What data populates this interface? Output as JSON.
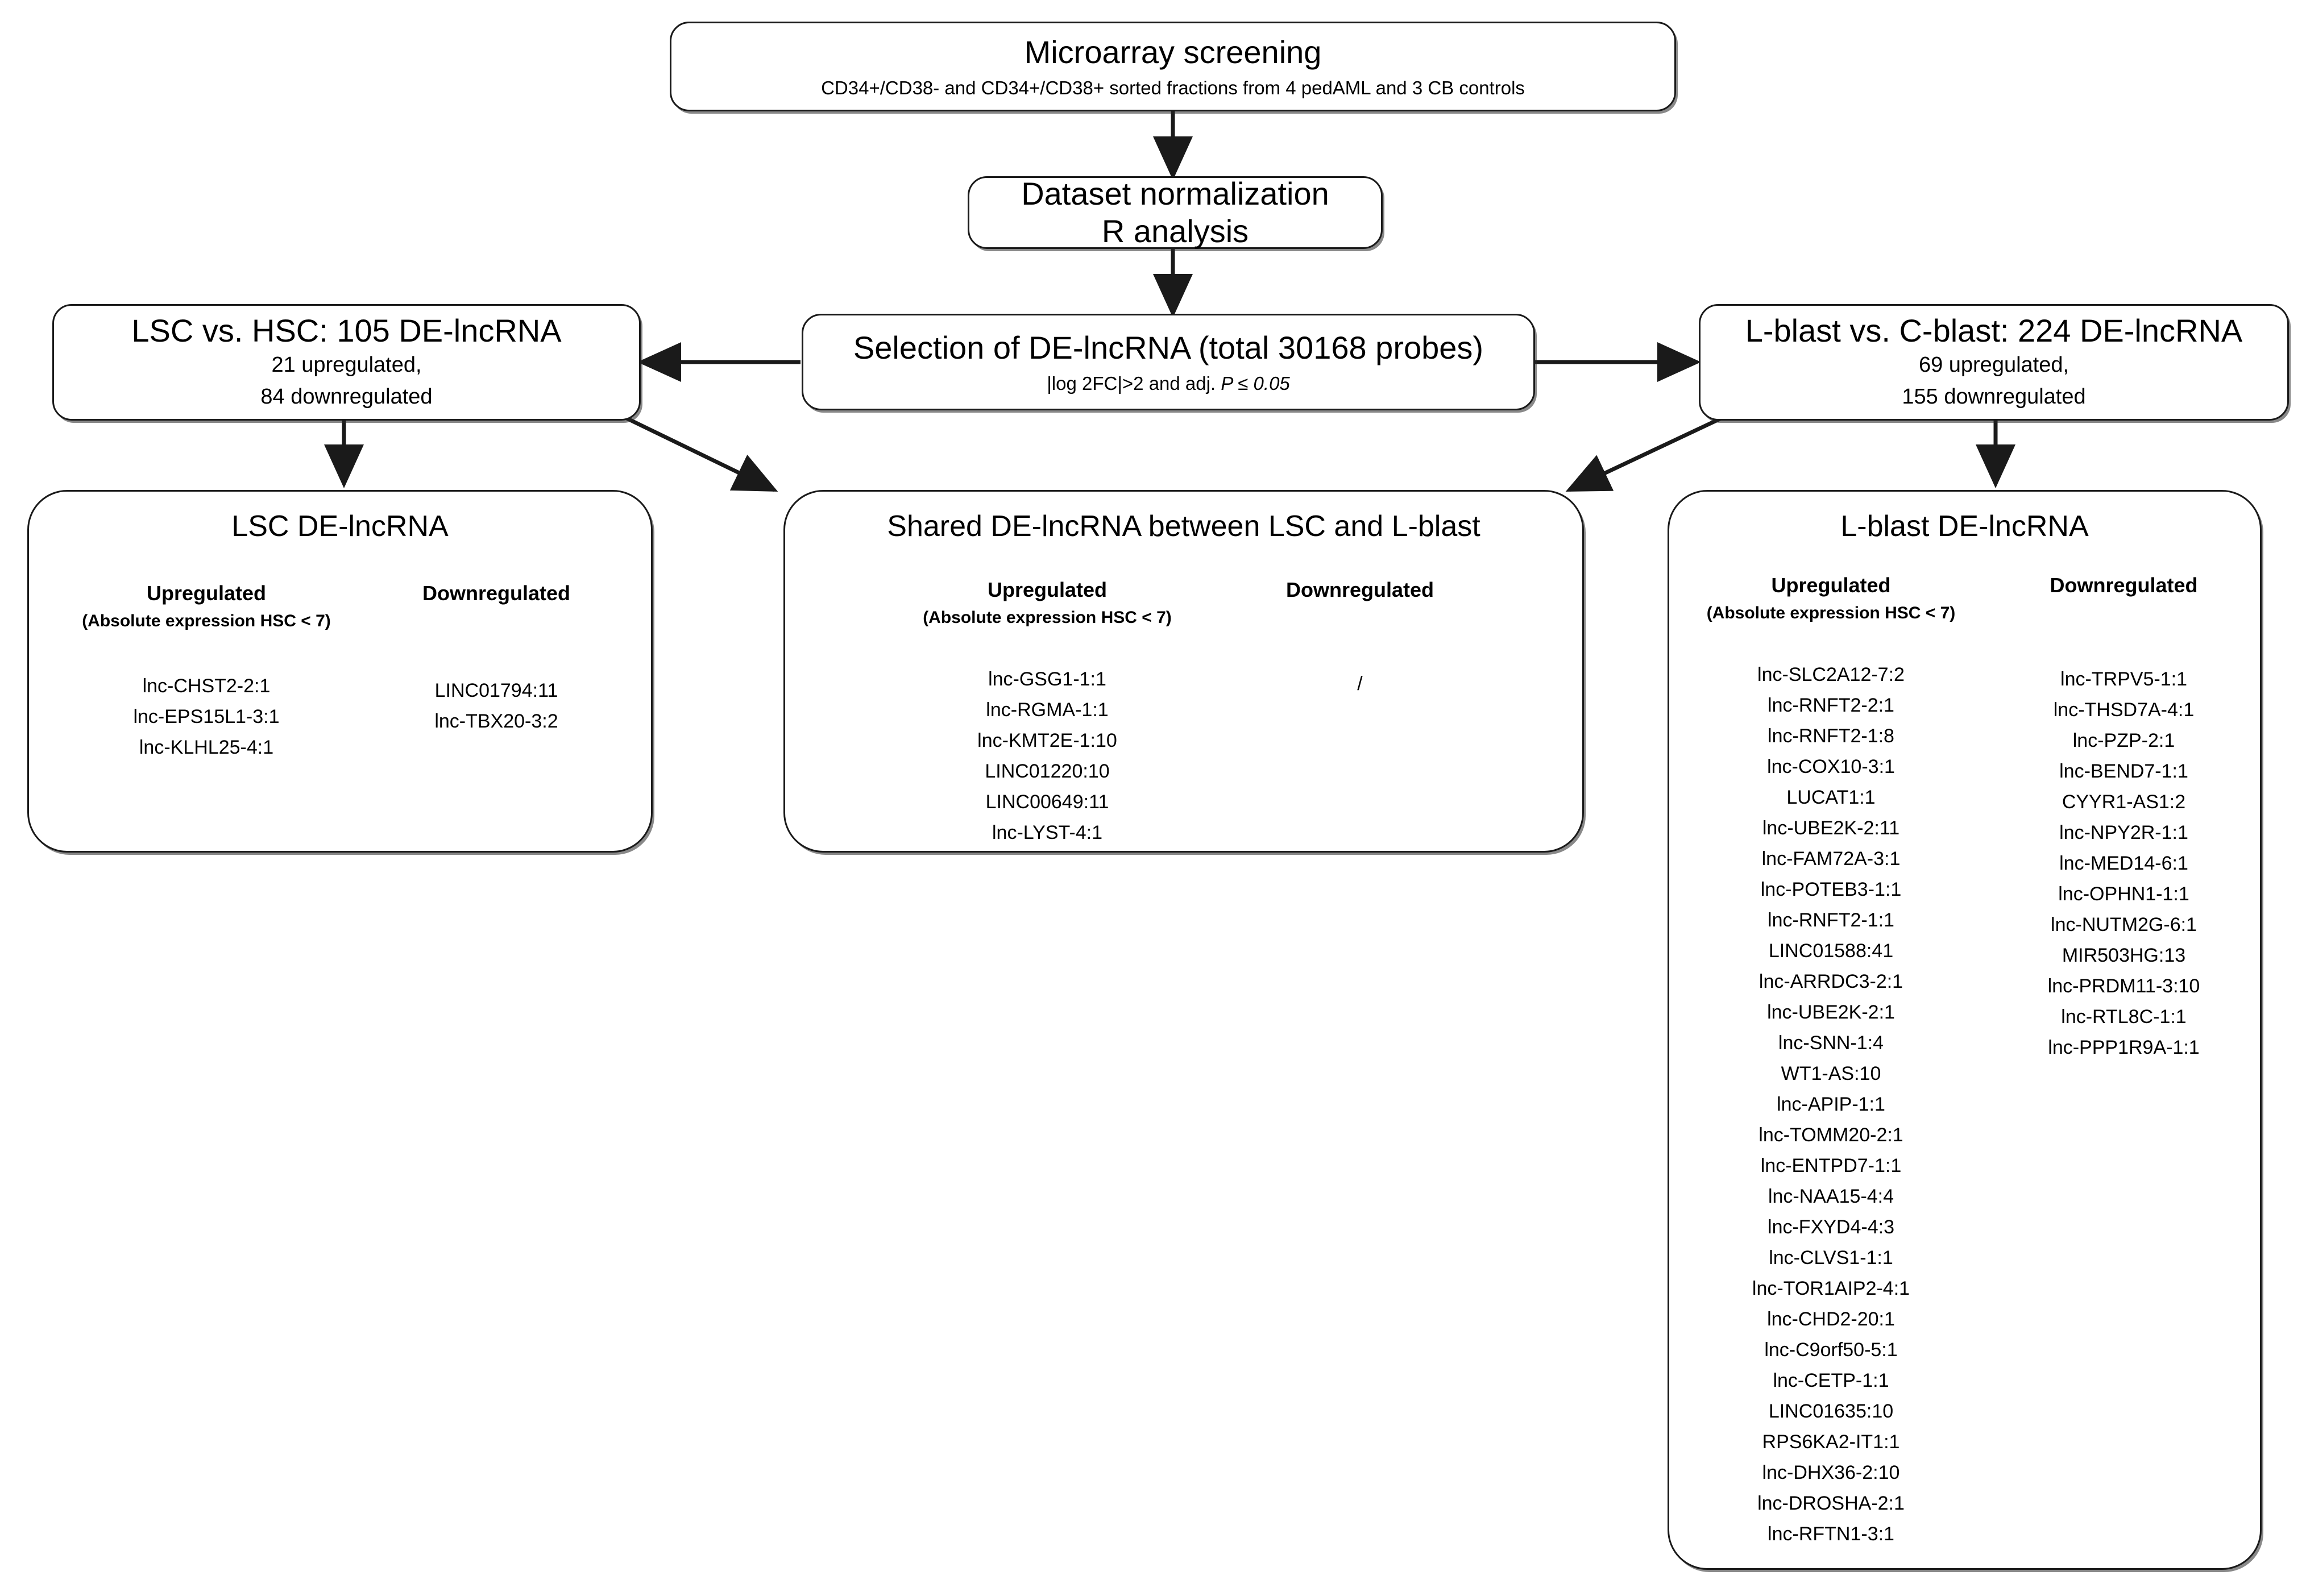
{
  "flow": {
    "screening": {
      "title": "Microarray screening",
      "subtitle": "CD34+/CD38- and CD34+/CD38+ sorted fractions from 4 pedAML and 3 CB controls"
    },
    "normalization": {
      "line1": "Dataset normalization",
      "line2": "R analysis"
    },
    "selection": {
      "title": "Selection of DE-lncRNA (total 30168 probes)",
      "criteria_pre": "|log 2FC|>2 and adj. ",
      "criteria_ital": "P ≤ 0.05"
    },
    "lsc_vs_hsc": {
      "title": "LSC vs. HSC: 105 DE-lncRNA",
      "up": "21 upregulated,",
      "down": "84 downregulated"
    },
    "lblast_vs_cblast": {
      "title": "L-blast vs. C-blast: 224 DE-lncRNA",
      "up": "69 upregulated,",
      "down": "155 downregulated"
    }
  },
  "panels": {
    "lsc": {
      "title": "LSC DE-lncRNA",
      "up_header": "Upregulated",
      "up_note": "(Absolute expression HSC < 7)",
      "down_header": "Downregulated",
      "upregulated": [
        "lnc-CHST2-2:1",
        "lnc-EPS15L1-3:1",
        "lnc-KLHL25-4:1"
      ],
      "downregulated": [
        "LINC01794:11",
        "lnc-TBX20-3:2"
      ]
    },
    "shared": {
      "title": "Shared DE-lncRNA between LSC and L-blast",
      "up_header": "Upregulated",
      "up_note": "(Absolute expression HSC < 7)",
      "down_header": "Downregulated",
      "upregulated": [
        "lnc-GSG1-1:1",
        "lnc-RGMA-1:1",
        "lnc-KMT2E-1:10",
        "LINC01220:10",
        "LINC00649:11",
        "lnc-LYST-4:1"
      ],
      "downregulated": [
        "/"
      ]
    },
    "lblast": {
      "title": "L-blast DE-lncRNA",
      "up_header": "Upregulated",
      "up_note": "(Absolute expression HSC < 7)",
      "down_header": "Downregulated",
      "upregulated": [
        "lnc-SLC2A12-7:2",
        "lnc-RNFT2-2:1",
        "lnc-RNFT2-1:8",
        "lnc-COX10-3:1",
        "LUCAT1:1",
        "lnc-UBE2K-2:11",
        "lnc-FAM72A-3:1",
        "lnc-POTEB3-1:1",
        "lnc-RNFT2-1:1",
        "LINC01588:41",
        "lnc-ARRDC3-2:1",
        "lnc-UBE2K-2:1",
        "lnc-SNN-1:4",
        "WT1-AS:10",
        "lnc-APIP-1:1",
        "lnc-TOMM20-2:1",
        "lnc-ENTPD7-1:1",
        "lnc-NAA15-4:4",
        "lnc-FXYD4-4:3",
        "lnc-CLVS1-1:1",
        "lnc-TOR1AIP2-4:1",
        "lnc-CHD2-20:1",
        "lnc-C9orf50-5:1",
        "lnc-CETP-1:1",
        "LINC01635:10",
        "RPS6KA2-IT1:1",
        "lnc-DHX36-2:10",
        "lnc-DROSHA-2:1",
        "lnc-RFTN1-3:1"
      ],
      "downregulated": [
        "lnc-TRPV5-1:1",
        "lnc-THSD7A-4:1",
        "lnc-PZP-2:1",
        "lnc-BEND7-1:1",
        "CYYR1-AS1:2",
        "lnc-NPY2R-1:1",
        "lnc-MED14-6:1",
        "lnc-OPHN1-1:1",
        "lnc-NUTM2G-6:1",
        "MIR503HG:13",
        "lnc-PRDM11-3:10",
        "lnc-RTL8C-1:1",
        "lnc-PPP1R9A-1:1"
      ]
    }
  },
  "style": {
    "stroke": "#1a1a1a",
    "background": "#ffffff"
  }
}
